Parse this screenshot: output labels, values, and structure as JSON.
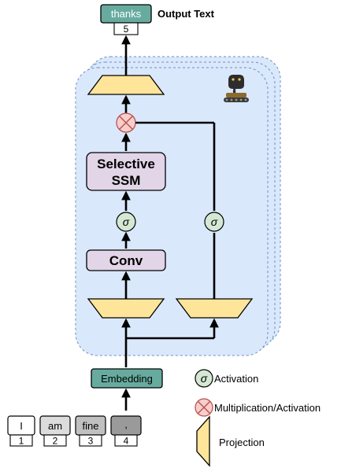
{
  "output": {
    "token": "thanks",
    "index": "5",
    "label": "Output Text"
  },
  "blocks": {
    "selective_ssm_line1": "Selective",
    "selective_ssm_line2": "SSM",
    "conv": "Conv",
    "embedding": "Embedding"
  },
  "symbols": {
    "sigma": "σ"
  },
  "inputs": [
    {
      "token": "I",
      "index": "1"
    },
    {
      "token": "am",
      "index": "2"
    },
    {
      "token": "fine",
      "index": "3"
    },
    {
      "token": ",",
      "index": "4"
    }
  ],
  "legend": {
    "activation": "Activation",
    "multiplication": "Multiplication/Activation",
    "projection": "Projection"
  },
  "colors": {
    "block_fill": "#dae8fc",
    "block_stroke": "#6c8ebf",
    "projection_fill": "#ffe599",
    "ssm_fill": "#e1d5e7",
    "token_fill": "#67ab9f",
    "activation_fill": "#d5e8d4",
    "multiply_fill": "#f8cecc",
    "multiply_stroke": "#b85450"
  },
  "icons": {
    "logo": "snake-robot-icon"
  }
}
